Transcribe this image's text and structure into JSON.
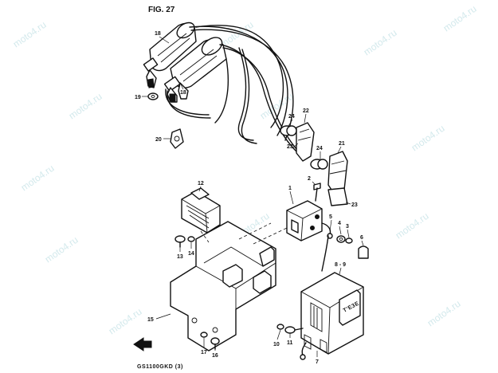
{
  "figure": {
    "title": "FIG. 27",
    "code": "GS1100GKD (3)",
    "watermark": "moto4.ru"
  },
  "callouts": {
    "c1": "1",
    "c2": "2",
    "c3": "3",
    "c4": "4",
    "c5": "5",
    "c6": "6",
    "c7": "7",
    "c8_9": "8 - 9",
    "c10": "10",
    "c11": "11",
    "c12": "12",
    "c13": "13",
    "c14": "14",
    "c15": "15",
    "c16": "16",
    "c17": "17",
    "c18a": "18",
    "c18b": "18",
    "c19": "19",
    "c20": "20",
    "c21": "21",
    "c22": "22",
    "c23a": "23",
    "c23b": "23",
    "c24a": "24",
    "c24b": "24"
  },
  "stamp": "T'E3E",
  "arrow_icon": "front-direction-arrow-icon"
}
